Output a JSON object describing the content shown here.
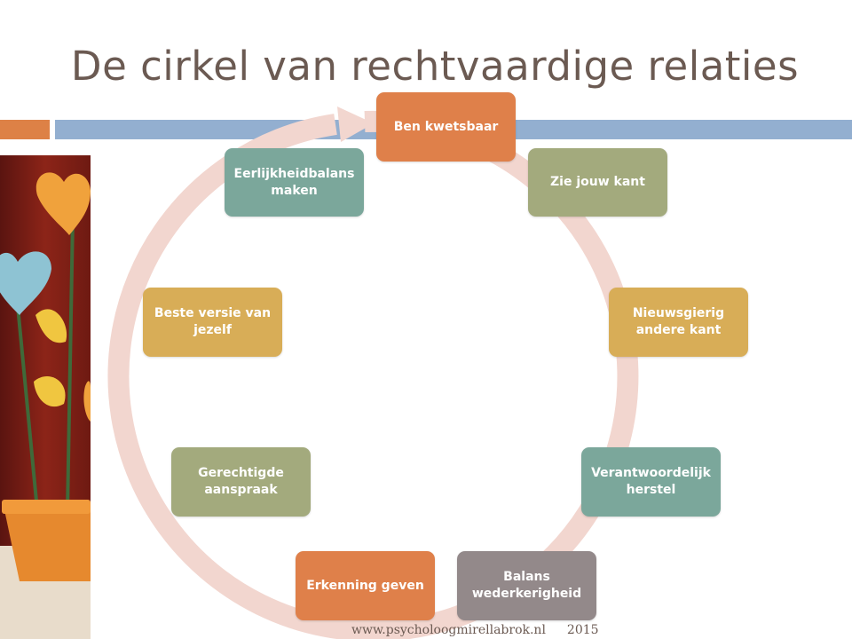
{
  "slide": {
    "title": "De cirkel van rechtvaardige relaties",
    "footer_url": "www.psycholoogmirellabrok.nl",
    "footer_year": "2015"
  },
  "colors": {
    "title": "#6b5a52",
    "accent_orange": "#dd8146",
    "accent_blue": "#93afd0",
    "cycle_arrow": "#f2d6cf"
  },
  "cycle": {
    "steps": [
      {
        "label": "Ben kwetsbaar",
        "color": "#df804a"
      },
      {
        "label": "Zie jouw kant",
        "color": "#a3aa7d"
      },
      {
        "label": "Nieuwsgierig andere kant",
        "color": "#d8ad57"
      },
      {
        "label": "Verantwoordelijk herstel",
        "color": "#7ba79b"
      },
      {
        "label": "Balans wederkerigheid",
        "color": "#93898a"
      },
      {
        "label": "Erkenning geven",
        "color": "#df804a"
      },
      {
        "label": "Gerechtigde aanspraak",
        "color": "#a3aa7d"
      },
      {
        "label": "Beste versie van jezelf",
        "color": "#d8ad57"
      },
      {
        "label": "Eerlijkheidbalans maken",
        "color": "#7ba79b"
      }
    ]
  }
}
